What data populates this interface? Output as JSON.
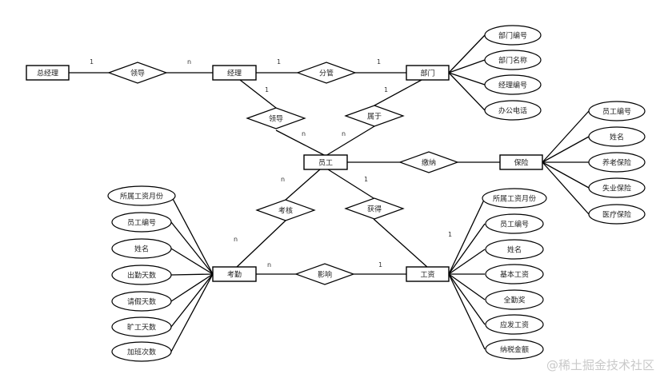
{
  "entities": {
    "zongjingli": "总经理",
    "jingli": "经理",
    "bumen": "部门",
    "yuangong": "员工",
    "baoxian": "保险",
    "kaoqin": "考勤",
    "gongzi": "工资"
  },
  "relationships": {
    "lingdao_top": "领导",
    "fenguan": "分管",
    "lingdao_mid": "领导",
    "shuyu": "属于",
    "jiaona": "缴纳",
    "kaohe": "考核",
    "huode": "获得",
    "yingxiang": "影响"
  },
  "attributes": {
    "bumen": [
      "部门编号",
      "部门名称",
      "经理编号",
      "办公电话"
    ],
    "baoxian": [
      "员工编号",
      "姓名",
      "养老保险",
      "失业保险",
      "医疗保险"
    ],
    "kaoqin": [
      "所属工资月份",
      "员工编号",
      "姓名",
      "出勤天数",
      "请假天数",
      "旷工天数",
      "加班次数"
    ],
    "gongzi": [
      "所属工资月份",
      "员工编号",
      "姓名",
      "基本工资",
      "全勤奖",
      "应发工资",
      "纳税金额"
    ]
  },
  "cardinalities": {
    "c1": "1",
    "c2": "n",
    "c3": "1",
    "c4": "1",
    "c5": "1",
    "c6": "n",
    "c7": "n",
    "c8": "1",
    "c9": "n",
    "c10": "1",
    "c11": "n",
    "c12": "1",
    "c13": "n",
    "c14": "1"
  },
  "watermark": "@稀土掘金技术社区"
}
